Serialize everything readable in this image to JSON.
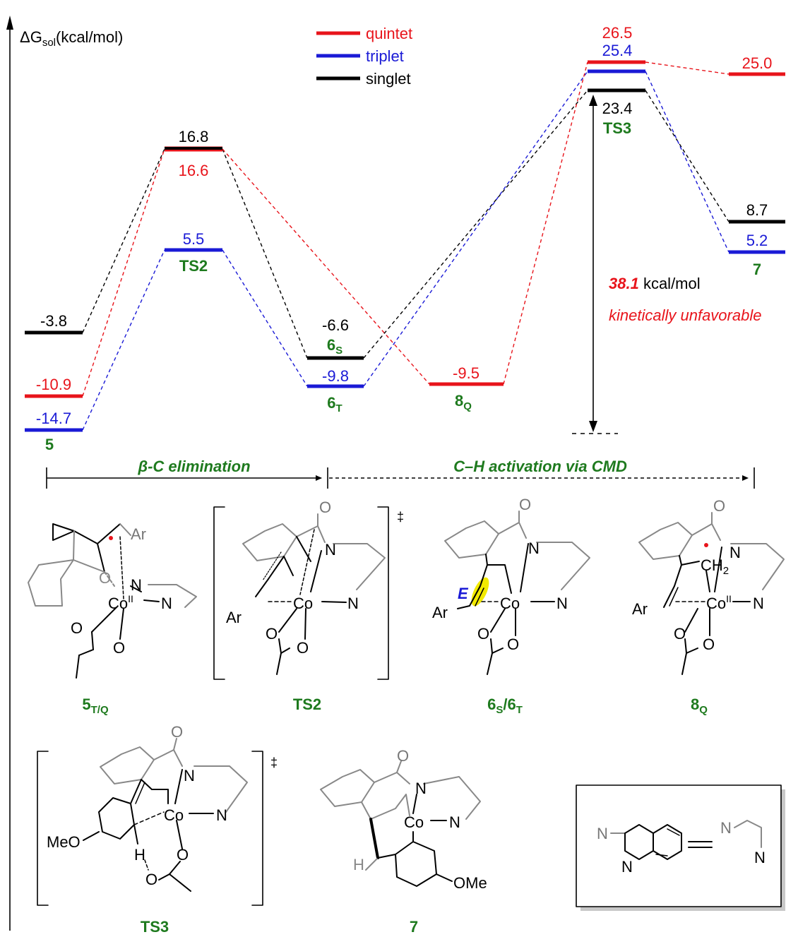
{
  "axis_label": "ΔG",
  "axis_label_sub": "sol",
  "axis_label_unit": "(kcal/mol)",
  "legend": [
    {
      "name": "quintet",
      "color": "#e8141b"
    },
    {
      "name": "triplet",
      "color": "#1a1ad6"
    },
    {
      "name": "singlet",
      "color": "#000000"
    }
  ],
  "colors": {
    "quintet": "#e8141b",
    "triplet": "#1a1ad6",
    "singlet": "#000000",
    "label_green": "#1e7a1e",
    "highlight": "#f2ea00",
    "structure_gray": "#777777"
  },
  "energies": {
    "s5": "-3.8",
    "q5": "-10.9",
    "t5": "-14.7",
    "sTS2": "16.8",
    "qTS2": "16.6",
    "tTS2": "5.5",
    "s6": "-6.6",
    "t6": "-9.8",
    "q8": "-9.5",
    "qTS3": "26.5",
    "tTS3": "25.4",
    "sTS3": "23.4",
    "q7": "25.0",
    "s7": "8.7",
    "t7": "5.2"
  },
  "state_labels": {
    "l5": "5",
    "lTS2": "TS2",
    "l6S": "6",
    "l6S_sub": "S",
    "l6T": "6",
    "l6T_sub": "T",
    "l8Q": "8",
    "l8Q_sub": "Q",
    "lTS3": "TS3",
    "l7": "7"
  },
  "barrier": {
    "value": "38.1",
    "unit": " kcal/mol",
    "note": "kinetically unfavorable"
  },
  "stages": {
    "left": "β-C elimination",
    "right": "C–H activation via CMD"
  },
  "structures": {
    "n5": "5",
    "n5_sub": "T/Q",
    "nTS2": "TS2",
    "n6a": "6",
    "n6a_sub": "S",
    "n6b": "6",
    "n6b_sub": "T",
    "slash": "/",
    "n8": "8",
    "n8_sub": "Q",
    "nTS3": "TS3",
    "n7": "7"
  },
  "atoms": {
    "Co": "Co",
    "N": "N",
    "O": "O",
    "Ar": "Ar",
    "H": "H",
    "MeO": "MeO",
    "OMe": "OMe",
    "CoII": "II",
    "CH2": "CH",
    "CH2_sub": "2",
    "E": "E",
    "dagger": "‡"
  }
}
